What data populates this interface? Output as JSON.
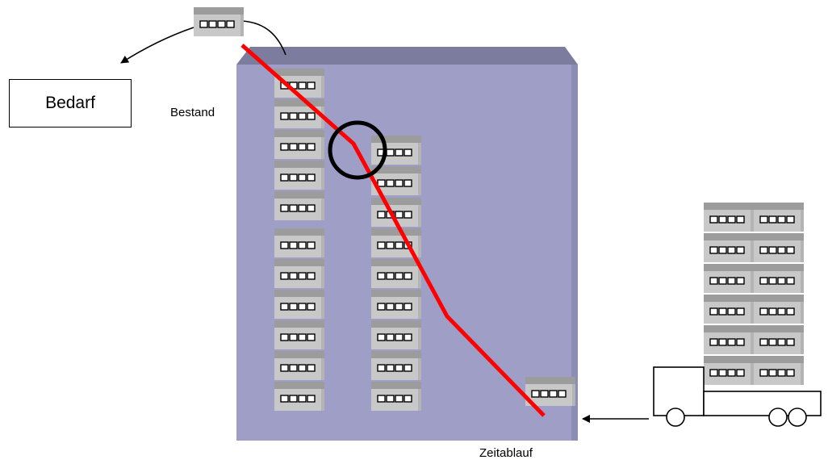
{
  "labels": {
    "bedarf": "Bedarf",
    "bestand": "Bestand",
    "zeitablauf": "Zeitablauf"
  },
  "colors": {
    "warehouse_front": "#9e9ec6",
    "warehouse_top": "#7c7c9e",
    "warehouse_side": "#8d8db5",
    "box_front": "#c4c4c4",
    "box_top": "#9c9c9c",
    "inventory_line": "#ff0000",
    "marker_circle": "#000000"
  },
  "icons": {
    "stock_box": "stock-box-icon",
    "truck": "truck-icon",
    "arrow": "arrow-icon"
  }
}
